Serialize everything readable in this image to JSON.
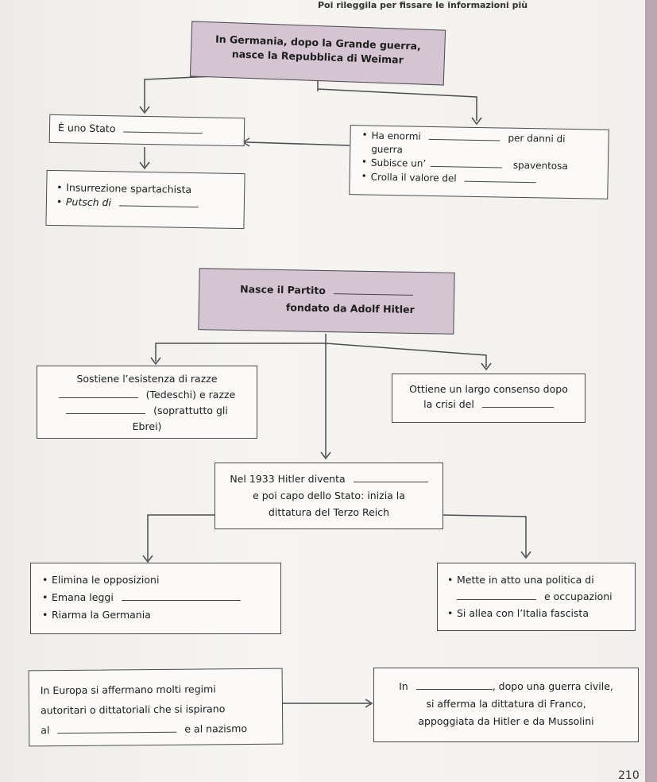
{
  "header": "Poi rileggila per fissare le informazioni più",
  "weimar": {
    "title_l1": "In Germania, dopo la Grande guerra,",
    "title_l2": "nasce la Repubblica di Weimar",
    "stato": "È uno Stato",
    "debiti_a": "Ha enormi",
    "debiti_b": "per danni di",
    "debiti_c": "guerra",
    "subisce_a": "Subisce un’",
    "subisce_b": "spaventosa",
    "crolla": "Crolla il valore del",
    "insurrezione": "Insurrezione spartachista",
    "putsch": "Putsch di"
  },
  "partito": {
    "title_l1": "Nasce il Partito",
    "title_l2": "fondato da Adolf Hitler",
    "razze_l1": "Sostiene l’esistenza di razze",
    "razze_l2": "(Tedeschi) e razze",
    "razze_l3": "(soprattutto gli",
    "razze_l4": "Ebrei)",
    "consenso_l1": "Ottiene un largo consenso dopo",
    "consenso_l2": "la crisi del"
  },
  "hitler": {
    "l1": "Nel 1933 Hitler diventa",
    "l2": "e poi capo dello Stato: inizia la",
    "l3": "dittatura del Terzo Reich"
  },
  "interna": {
    "b1": "Elimina le opposizioni",
    "b2": "Emana leggi",
    "b3": "Riarma la Germania"
  },
  "estera": {
    "b1": "Mette in atto una politica di",
    "b2": "e occupazioni",
    "b3": "Si allea con l’Italia fascista"
  },
  "europa": {
    "l1": "In Europa si affermano molti regimi",
    "l2": "autoritari o dittatoriali che si ispirano",
    "l3a": "al",
    "l3b": "e al nazismo"
  },
  "spagna": {
    "l1a": "In",
    "l1b": ", dopo una guerra civile,",
    "l2": "si afferma la dittatura di Franco,",
    "l3": "appoggiata da Hitler e da Mussolini"
  },
  "page_number": "210"
}
